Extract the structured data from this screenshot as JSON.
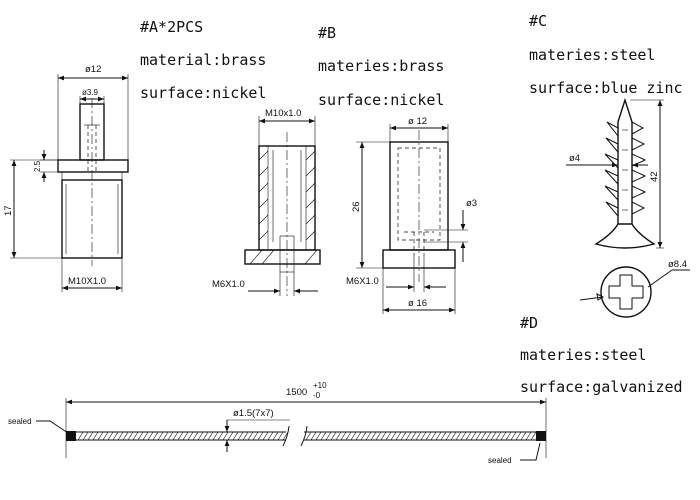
{
  "parts": {
    "a": {
      "title": "#A*2PCS",
      "material": "material:brass",
      "surface": "surface:nickel",
      "dims": {
        "outer_dia": "ø12",
        "hole_dia": "ø3.9",
        "flange": "2.5",
        "height": "17",
        "thread": "M10X1.0"
      }
    },
    "b": {
      "title": "#B",
      "material": "materies:brass",
      "surface": "surface:nickel",
      "dims": {
        "thread_top": "M10x1.0",
        "thread_bottom": "M6X1.0"
      }
    },
    "b_side": {
      "dims": {
        "outer_dia": "ø 12",
        "height": "26",
        "hole_dia": "ø3",
        "thread": "M6X1.0",
        "base_dia": "ø 16"
      }
    },
    "c": {
      "title": "#C",
      "material": "materies:steel",
      "surface": "surface:blue zinc",
      "dims": {
        "shank_dia": "ø4",
        "length": "42",
        "head_dia": "ø8.4"
      }
    },
    "d": {
      "title": "#D",
      "material": "materies:steel",
      "surface": "surface:galvanized",
      "dims": {
        "length": "1500",
        "tol_upper": "+10",
        "tol_lower": "-0",
        "cable_dia": "ø1.5(7x7)",
        "end_label_left": "sealed",
        "end_label_right": "sealed"
      }
    }
  }
}
